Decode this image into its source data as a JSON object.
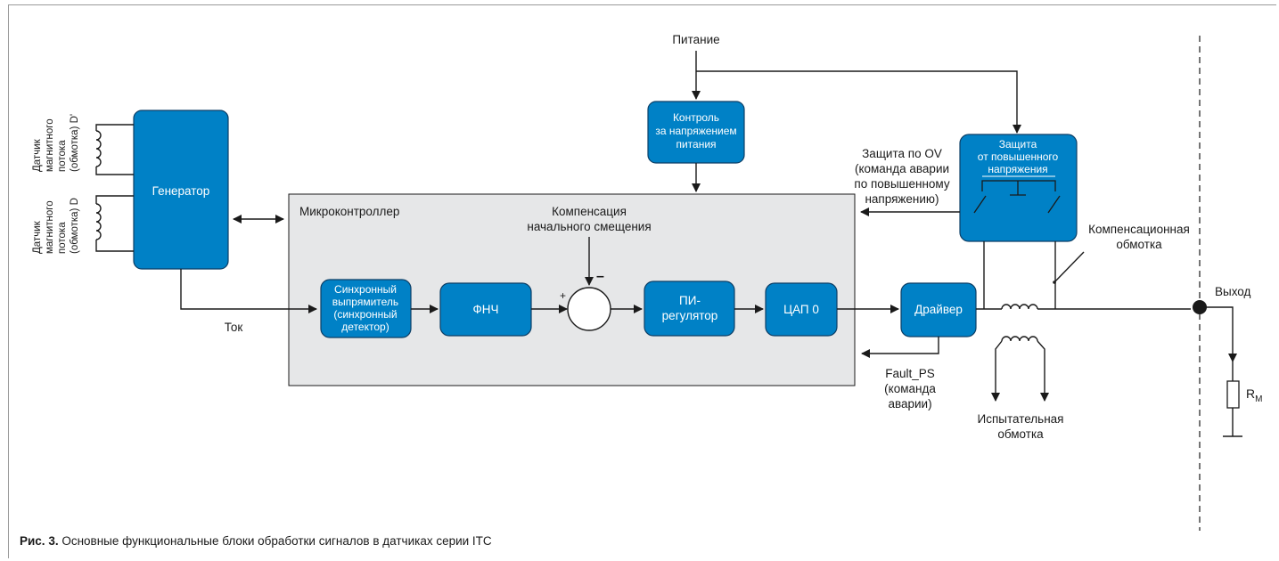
{
  "labels": {
    "power": "Питание",
    "microcontroller": "Микроконтроллер",
    "offset_comp": [
      "Компенсация",
      "начального смещения"
    ],
    "current": "Ток",
    "ov_protection_cmd": [
      "Защита по OV",
      "(команда аварии",
      "по повышенному",
      "напряжению)"
    ],
    "fault_ps": [
      "Fault_PS",
      "(команда",
      "аварии)"
    ],
    "comp_winding": [
      "Компенсационная",
      "обмотка"
    ],
    "test_winding": [
      "Испытательная",
      "обмотка"
    ],
    "output": "Выход",
    "rm": "R",
    "rm_sub": "M",
    "plus": "+",
    "minus": "–",
    "sensor_d_prime": [
      "Датчик",
      "магнитного",
      "потока",
      "(обмотка) D'"
    ],
    "sensor_d": [
      "Датчик",
      "магнитного",
      "потока",
      "(обмотка) D"
    ]
  },
  "blocks": {
    "generator": "Генератор",
    "voltage_monitor": [
      "Контроль",
      "за напряжением",
      "питания"
    ],
    "ov_protection": [
      "Защита",
      "от повышенного",
      "напряжения"
    ],
    "sync_rectifier": [
      "Синхронный",
      "выпрямитель",
      "(синхронный",
      "детектор)"
    ],
    "lpf": "ФНЧ",
    "pi_regulator": [
      "ПИ-",
      "регулятор"
    ],
    "dac": "ЦАП 0",
    "driver": "Драйвер"
  },
  "caption": {
    "prefix": "Рис. 3.",
    "text": " Основные функциональные блоки обработки сигналов в датчиках серии ITC"
  },
  "colors": {
    "block_fill": "#0081c6",
    "mcu_fill": "#e6e7e8"
  }
}
